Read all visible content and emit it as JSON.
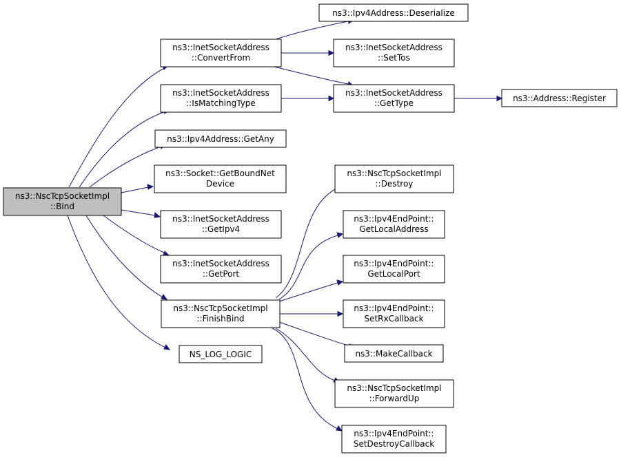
{
  "diagram": {
    "nodes": [
      {
        "id": "bind",
        "lines": [
          "ns3::NscTcpSocketImpl",
          "::Bind"
        ]
      },
      {
        "id": "convertfrom",
        "lines": [
          "ns3::InetSocketAddress",
          "::ConvertFrom"
        ]
      },
      {
        "id": "ismatchingtype",
        "lines": [
          "ns3::InetSocketAddress",
          "::IsMatchingType"
        ]
      },
      {
        "id": "getany",
        "lines": [
          "ns3::Ipv4Address::GetAny"
        ]
      },
      {
        "id": "getboundnetdevice",
        "lines": [
          "ns3::Socket::GetBoundNet",
          "Device"
        ]
      },
      {
        "id": "getipv4",
        "lines": [
          "ns3::InetSocketAddress",
          "::GetIpv4"
        ]
      },
      {
        "id": "getport",
        "lines": [
          "ns3::InetSocketAddress",
          "::GetPort"
        ]
      },
      {
        "id": "finishbind",
        "lines": [
          "ns3::NscTcpSocketImpl",
          "::FinishBind"
        ]
      },
      {
        "id": "nsloglogic",
        "lines": [
          "NS_LOG_LOGIC"
        ]
      },
      {
        "id": "deserialize",
        "lines": [
          "ns3::Ipv4Address::Deserialize"
        ]
      },
      {
        "id": "settos",
        "lines": [
          "ns3::InetSocketAddress",
          "::SetTos"
        ]
      },
      {
        "id": "gettype",
        "lines": [
          "ns3::InetSocketAddress",
          "::GetType"
        ]
      },
      {
        "id": "register",
        "lines": [
          "ns3::Address::Register"
        ]
      },
      {
        "id": "destroy",
        "lines": [
          "ns3::NscTcpSocketImpl",
          "::Destroy"
        ]
      },
      {
        "id": "getlocaladdress",
        "lines": [
          "ns3::Ipv4EndPoint::",
          "GetLocalAddress"
        ]
      },
      {
        "id": "getlocalport",
        "lines": [
          "ns3::Ipv4EndPoint::",
          "GetLocalPort"
        ]
      },
      {
        "id": "setrxcallback",
        "lines": [
          "ns3::Ipv4EndPoint::",
          "SetRxCallback"
        ]
      },
      {
        "id": "makecallback",
        "lines": [
          "ns3::MakeCallback"
        ]
      },
      {
        "id": "forwardup",
        "lines": [
          "ns3::NscTcpSocketImpl",
          "::ForwardUp"
        ]
      },
      {
        "id": "setdestroycallback",
        "lines": [
          "ns3::Ipv4EndPoint::",
          "SetDestroyCallback"
        ]
      }
    ],
    "edges": [
      {
        "from": "bind",
        "to": "convertfrom"
      },
      {
        "from": "bind",
        "to": "ismatchingtype"
      },
      {
        "from": "bind",
        "to": "getany"
      },
      {
        "from": "bind",
        "to": "getboundnetdevice"
      },
      {
        "from": "bind",
        "to": "getipv4"
      },
      {
        "from": "bind",
        "to": "getport"
      },
      {
        "from": "bind",
        "to": "finishbind"
      },
      {
        "from": "bind",
        "to": "nsloglogic"
      },
      {
        "from": "convertfrom",
        "to": "deserialize"
      },
      {
        "from": "convertfrom",
        "to": "settos"
      },
      {
        "from": "convertfrom",
        "to": "gettype"
      },
      {
        "from": "ismatchingtype",
        "to": "gettype"
      },
      {
        "from": "gettype",
        "to": "register"
      },
      {
        "from": "finishbind",
        "to": "destroy"
      },
      {
        "from": "finishbind",
        "to": "getlocaladdress"
      },
      {
        "from": "finishbind",
        "to": "getlocalport"
      },
      {
        "from": "finishbind",
        "to": "setrxcallback"
      },
      {
        "from": "finishbind",
        "to": "makecallback"
      },
      {
        "from": "finishbind",
        "to": "forwardup"
      },
      {
        "from": "finishbind",
        "to": "setdestroycallback"
      }
    ]
  }
}
